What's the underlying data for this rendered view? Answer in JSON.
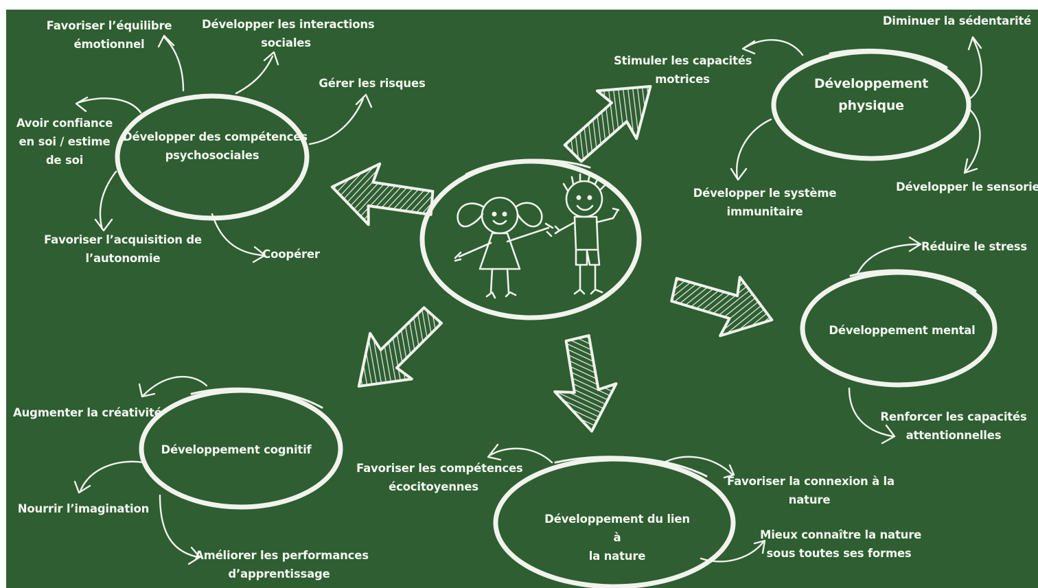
{
  "colors": {
    "board": "#2e5e32",
    "chalk": "#f1f3ec"
  },
  "center": {
    "illustration": "two-children-drawing"
  },
  "hubs": {
    "psychosocial": [
      "Développer des compétences",
      "psychosociales"
    ],
    "physical": [
      "Développement",
      "physique"
    ],
    "mental": [
      "Développement mental"
    ],
    "cognitive": [
      "Développement cognitif"
    ],
    "nature": [
      "Développement du lien",
      "à",
      "la nature"
    ]
  },
  "leaves": {
    "emotional_balance": [
      "Favoriser l’équilibre",
      "émotionnel"
    ],
    "social_interactions": [
      "Développer les interactions",
      "sociales"
    ],
    "manage_risks": [
      "Gérer les risques"
    ],
    "self_confidence": [
      "Avoir confiance",
      "en soi / estime",
      "de soi"
    ],
    "autonomy": [
      "Favoriser l’acquisition de",
      "l’autonomie"
    ],
    "cooperate": [
      "Coopérer"
    ],
    "motor_skills": [
      "Stimuler les capacités",
      "motrices"
    ],
    "sedentary": [
      "Diminuer la sédentarité"
    ],
    "immune_system": [
      "Développer le système",
      "immunitaire"
    ],
    "sensory": [
      "Développer le sensoriel"
    ],
    "stress": [
      "Réduire le  stress"
    ],
    "attention": [
      "Renforcer les capacités",
      "attentionnelles"
    ],
    "creativity": [
      "Augmenter la créativité"
    ],
    "imagination": [
      "Nourrir l’imagination"
    ],
    "learning": [
      "Améliorer les performances",
      "d’apprentissage"
    ],
    "eco_citizen": [
      "Favoriser les compétences",
      "écocitoyennes"
    ],
    "nature_connection": [
      "Favoriser la connexion à la",
      "nature"
    ],
    "know_nature": [
      "Mieux connaître la nature",
      "sous toutes ses formes"
    ]
  }
}
